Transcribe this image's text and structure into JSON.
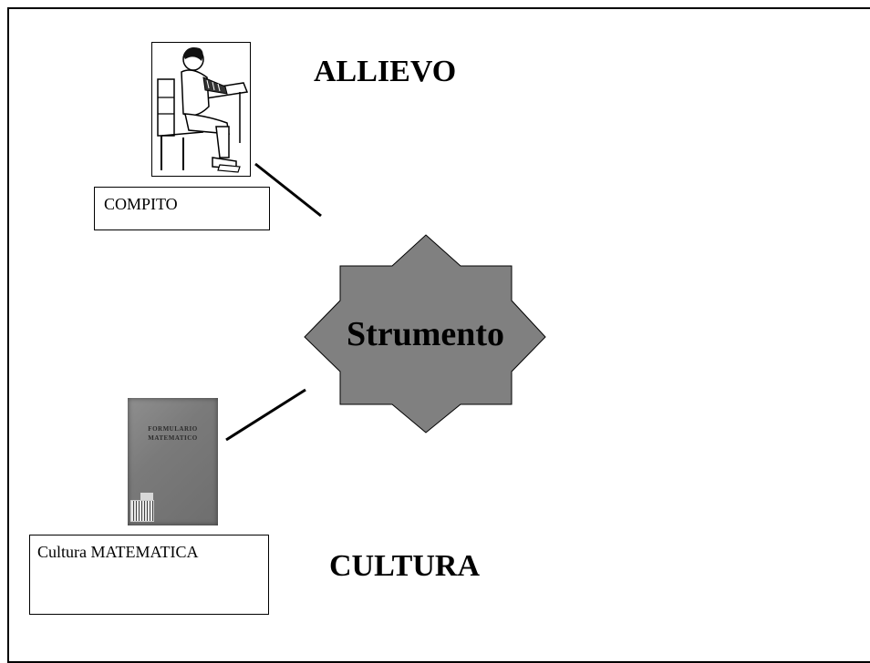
{
  "slide": {
    "heading_top": "ALLIEVO",
    "heading_bottom": "CULTURA",
    "center_label": "Strumento",
    "caption_student": "COMPITO",
    "caption_book": "Cultura MATEMATICA",
    "book_cover_line1": "FORMULARIO",
    "book_cover_line2": "MATEMATICO"
  },
  "colors": {
    "star_fill": "#808080",
    "outline": "#000000",
    "background": "#ffffff"
  },
  "icons": {
    "student": "student-at-desk-icon",
    "book": "math-formulary-book-icon",
    "star": "eight-point-star-shape"
  }
}
